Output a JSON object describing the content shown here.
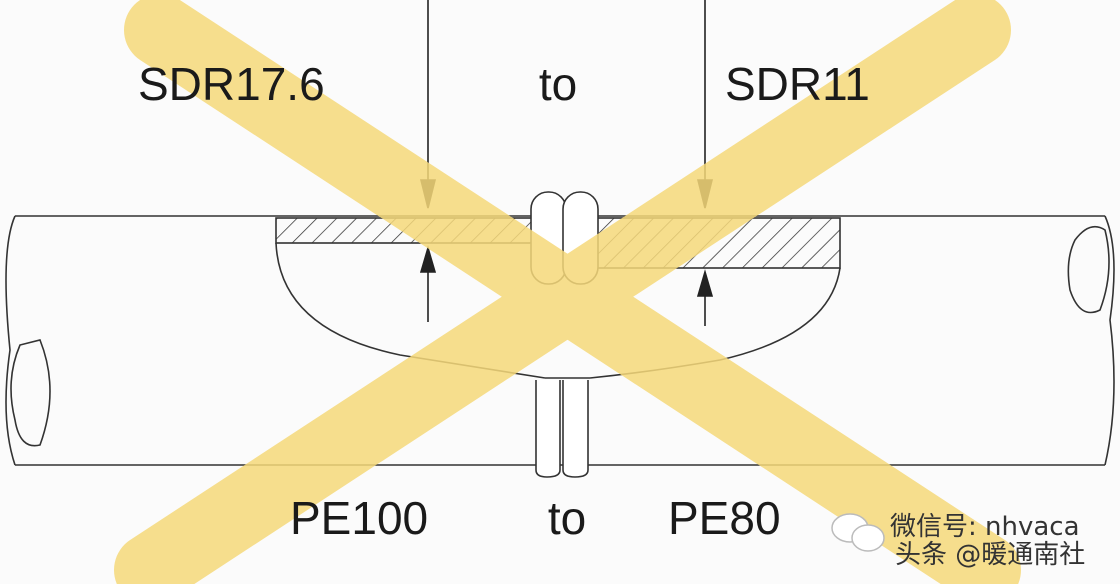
{
  "labels": {
    "top_left": "SDR17.6",
    "top_middle": "to",
    "top_right": "SDR11",
    "bottom_left": "PE100",
    "bottom_middle": "to",
    "bottom_right": "PE80"
  },
  "watermark": {
    "line1": "微信号: nhvaca",
    "line2": "头条 @暖通南社"
  },
  "colors": {
    "cross": "#f6d97a",
    "line": "#222222"
  }
}
